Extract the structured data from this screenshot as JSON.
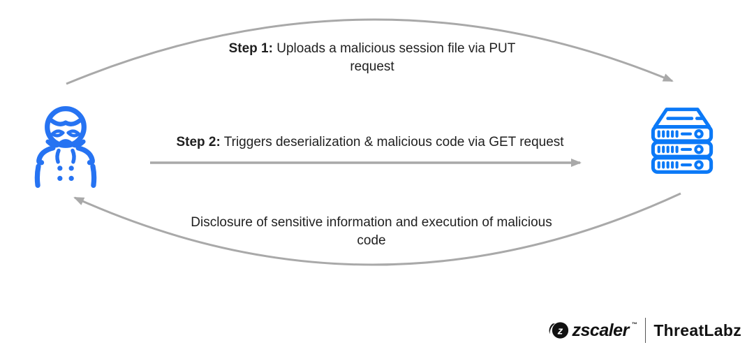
{
  "colors": {
    "background": "#ffffff",
    "arrow_gray": "#a9a9a9",
    "attacker_blue": "#2673f2",
    "server_blue": "#0b79f7",
    "text_black": "#1f1f1f",
    "logo_black": "#111111"
  },
  "flow": {
    "step1": {
      "label": "Step 1:",
      "text": " Uploads a malicious session file via PUT request",
      "direction": "attacker-to-server",
      "arrow_style": "curved-top"
    },
    "step2": {
      "label": "Step 2:",
      "text": " Triggers deserialization & malicious code via GET request",
      "direction": "attacker-to-server",
      "arrow_style": "straight"
    },
    "return": {
      "text": "Disclosure of sensitive information and execution of malicious code",
      "direction": "server-to-attacker",
      "arrow_style": "curved-bottom"
    }
  },
  "nodes": {
    "attacker_icon": "hacker-icon",
    "server_icon": "server-stack-icon"
  },
  "footer": {
    "brand": "zscaler",
    "brand_tm": "™",
    "product": "ThreatLabz"
  }
}
